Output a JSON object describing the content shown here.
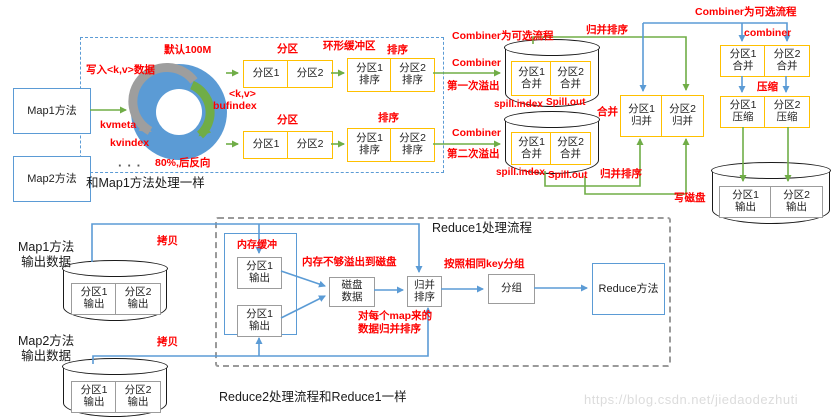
{
  "map": {
    "map1": "Map1方法",
    "map2": "Map2方法",
    "same_note": "和Map1方法处理一样",
    "dots": "···",
    "ring": {
      "size": "默认100M",
      "name": "环形缓冲区",
      "write": "写入<k,v>数据",
      "kvmeta": "kvmeta",
      "kvindex": "kvindex",
      "kv": "<k,v>",
      "bufindex": "bufindex",
      "back": "80%,后反向"
    },
    "part_label": "分区",
    "sort_label": "排序",
    "p1": "分区1",
    "p2": "分区2",
    "s1": "分区1\n排序",
    "s2": "分区2\n排序",
    "combiner": "Combiner",
    "combiner_optional": "Combiner为可选流程",
    "spill1": "第一次溢出",
    "spill2": "第二次溢出",
    "spill_file": {
      "m1": "分区1\n合并",
      "m2": "分区2\n合并",
      "index": "spill.index",
      "out": "Spill.out"
    },
    "merge": "合并",
    "merge_sort": "归并排序",
    "mg1": "分区1\n归并",
    "mg2": "分区2\n归并",
    "combiner_small": "combiner",
    "cb1": "分区1\n合并",
    "cb2": "分区2\n合并",
    "compress": "压缩",
    "cp1": "分区1\n压缩",
    "cp2": "分区2\n压缩",
    "write_disk": "写磁盘",
    "out1": "分区1\n输出",
    "out2": "分区2\n输出"
  },
  "reduce": {
    "map1_out": "Map1方法\n输出数据",
    "map2_out": "Map2方法\n输出数据",
    "copy": "拷贝",
    "out1": "分区1\n输出",
    "out2": "分区2\n输出",
    "title": "Reduce1处理流程",
    "mem": "内存缓冲",
    "mem_out": "分区1\n输出",
    "spill_note": "内存不够溢出到磁盘",
    "disk": "磁盘\n数据",
    "merge_sort_box": "归并\n排序",
    "merge_note": "对每个map来的\n数据归并排序",
    "group_note": "按照相同key分组",
    "group": "分组",
    "reduce_method": "Reduce方法",
    "footer": "Reduce2处理流程和Reduce1一样"
  },
  "watermark": "https://blog.csdn.net/jiedaodezhuti",
  "colors": {
    "red": "#FE0000",
    "green": "#70AD47",
    "blue": "#5B9BD5",
    "yellow": "#FFC000",
    "gray": "#9c9c9c"
  }
}
